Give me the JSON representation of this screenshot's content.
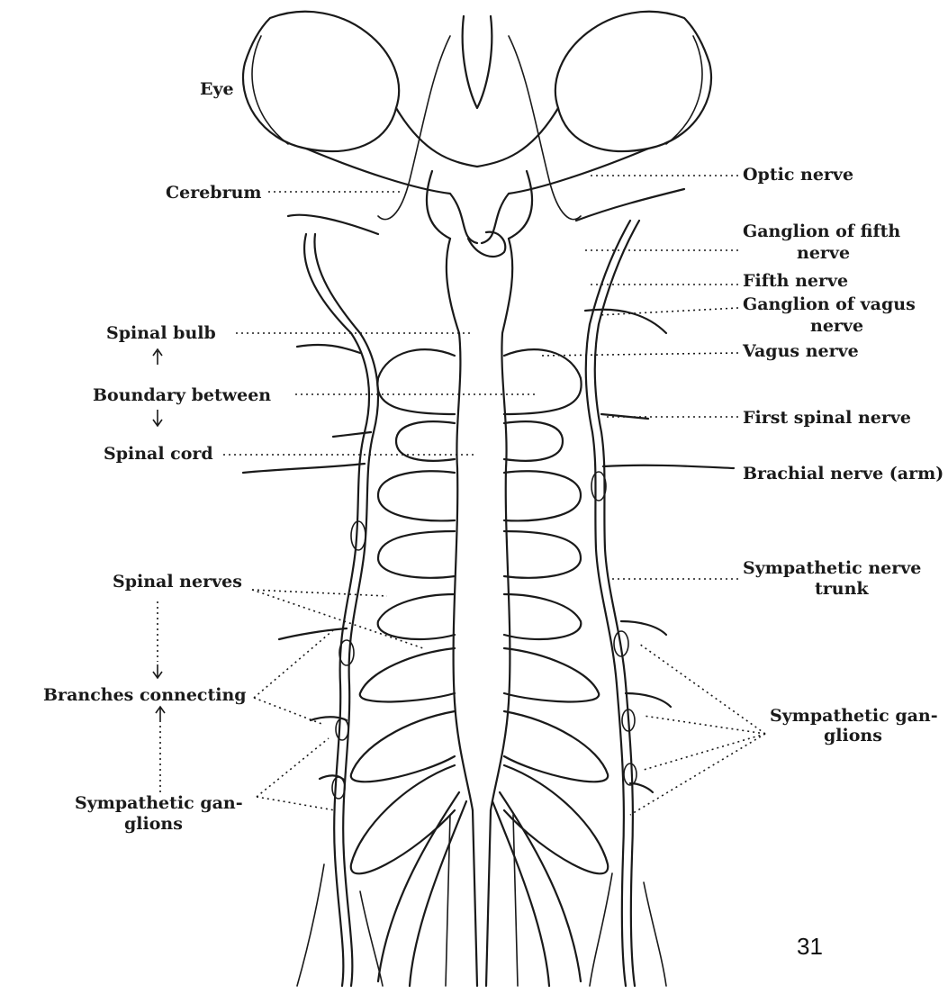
{
  "diagram": {
    "labels_left": {
      "eye": "Eye",
      "cerebrum": "Cerebrum",
      "spinal_bulb": "Spinal bulb",
      "boundary_between": "Boundary between",
      "spinal_cord": "Spinal cord",
      "spinal_nerves": "Spinal nerves",
      "branches_connecting": "Branches connecting",
      "sympathetic_ganglions_line1": "Sympathetic gan-",
      "sympathetic_ganglions_line2": "glions"
    },
    "labels_right": {
      "optic_nerve": "Optic nerve",
      "ganglion_fifth_line1": "Ganglion of fifth",
      "ganglion_fifth_line2": "nerve",
      "fifth_nerve": "Fifth nerve",
      "ganglion_vagus_line1": "Ganglion of vagus",
      "ganglion_vagus_line2": "nerve",
      "vagus_nerve": "Vagus nerve",
      "first_spinal_nerve": "First spinal nerve",
      "brachial_nerve": "Brachial nerve (arm)",
      "sympathetic_trunk_line1": "Sympathetic nerve",
      "sympathetic_trunk_line2": "trunk",
      "sympathetic_ganglions_line1": "Sympathetic gan-",
      "sympathetic_ganglions_line2": "glions"
    },
    "page_number": "31"
  }
}
